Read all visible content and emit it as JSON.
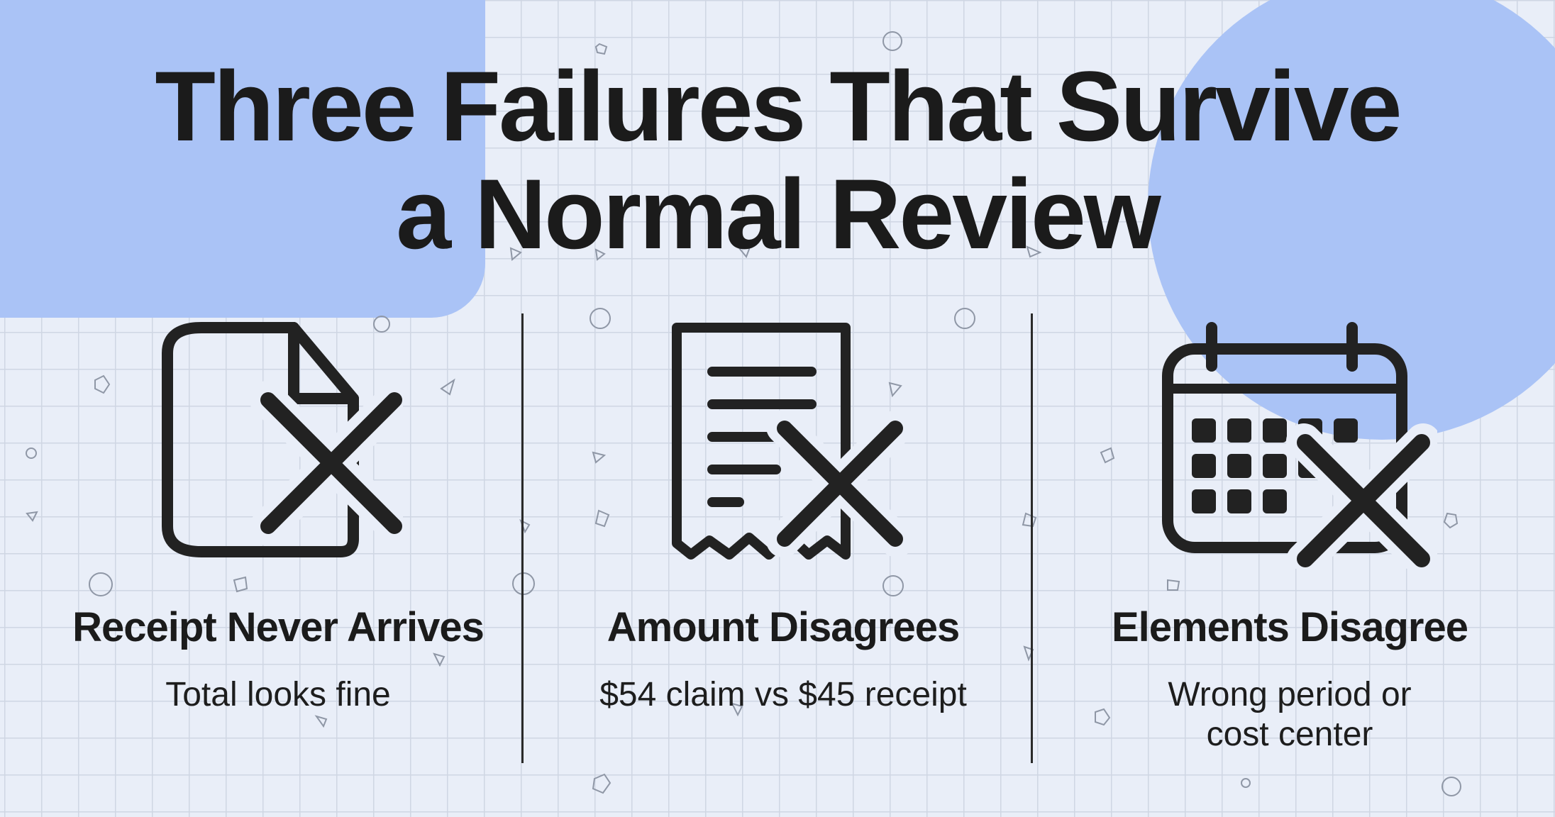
{
  "title": {
    "line1": "Three Failures That Survive",
    "line2": "a Normal Review"
  },
  "colors": {
    "background": "#e9eef8",
    "accent_blue": "#aac3f6",
    "ink": "#1b1b1b"
  },
  "columns": [
    {
      "icon": "missing-document-icon",
      "title": "Receipt Never Arrives",
      "subtitle": [
        "Total looks fine"
      ]
    },
    {
      "icon": "rejected-receipt-icon",
      "title": "Amount Disagrees",
      "subtitle": [
        "$54 claim vs $45 receipt"
      ]
    },
    {
      "icon": "rejected-calendar-icon",
      "title": "Elements Disagree",
      "subtitle": [
        "Wrong period or",
        "cost center"
      ]
    }
  ]
}
